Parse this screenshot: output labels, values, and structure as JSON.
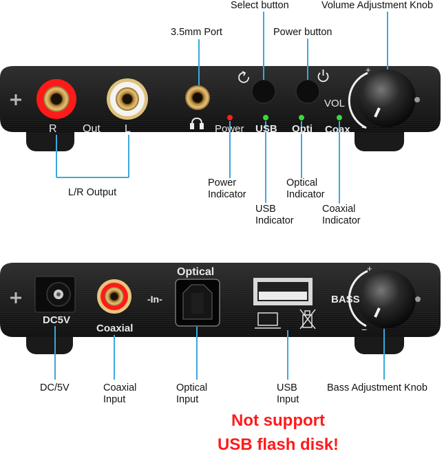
{
  "top_labels": {
    "select_button": "Select button",
    "volume_knob": "Volume Adjustment Knob",
    "port_35mm": "3.5mm Port",
    "power_button": "Power button",
    "lr_output": "L/R Output",
    "power_indicator": "Power Indicator",
    "usb_indicator": "USB Indicator",
    "optical_indicator": "Optical Indicator",
    "coaxial_indicator": "Coaxial Indicator"
  },
  "front_panel": {
    "r": "R",
    "out": "Out",
    "l": "L",
    "power": "Power",
    "usb": "USB",
    "opti": "Opti",
    "coax": "Coax",
    "vol": "VOL",
    "plus": "+",
    "minus": "−"
  },
  "back_panel": {
    "dc5v": "DC5V",
    "coaxial": "Coaxial",
    "in": "-In-",
    "optical": "Optical",
    "bass": "BASS",
    "plus": "+",
    "minus": "−"
  },
  "bottom_labels": {
    "dc5v": "DC/5V",
    "coaxial_input": "Coaxial Input",
    "optical_input": "Optical Input",
    "usb_input": "USB Input",
    "bass_knob": "Bass Adjustment Knob"
  },
  "warning": {
    "line1": "Not support",
    "line2": "USB flash disk!"
  },
  "colors": {
    "callout_line": "#3aa8dc",
    "led_power": "#ff2020",
    "led_green": "#33dd33",
    "warning": "#ff1a1a"
  }
}
